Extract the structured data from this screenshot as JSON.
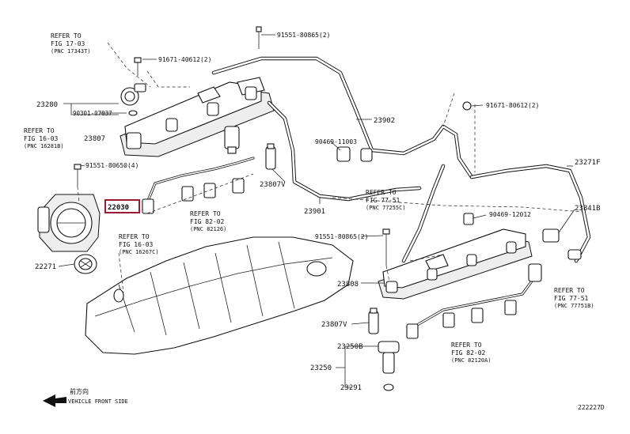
{
  "labels": {
    "ref_1703": [
      "REFER TO",
      "FIG 17-03",
      "(PNC 17343T)"
    ],
    "ref_1603_top": [
      "REFER TO",
      "FIG 16-03",
      "(PNC 16281B)"
    ],
    "ref_1603_bottom": [
      "REFER TO",
      "FIG 16-03",
      "(PNC 16267C)"
    ],
    "ref_8202_left": [
      "REFER TO",
      "FIG 82-02",
      "(PNC 82126)"
    ],
    "ref_7751_mid": [
      "REFER TO",
      "FIG 77-51",
      "(PNC 77255C)"
    ],
    "ref_7751_right": [
      "REFER TO",
      "FIG 77-51",
      "(PNC 77751B)"
    ],
    "ref_8202_right": [
      "REFER TO",
      "FIG 82-02",
      "(PNC 82120A)"
    ],
    "p_91551_top": "91551-80865(2)",
    "p_91671_left": "91671-40612(2)",
    "p_23280": "23280",
    "p_90301": "90301-07037",
    "p_23807": "23807",
    "p_91551_mid": "91551-80650(4)",
    "p_22030": "22030",
    "p_22271": "22271",
    "p_23807v_top": "23807V",
    "p_23901": "23901",
    "p_23902": "23902",
    "p_90469_11003": "90469-11003",
    "p_91671_right": "91671-80612(2)",
    "p_23271f": "23271F",
    "p_23841b": "23841B",
    "p_90469_12012": "90469-12012",
    "p_91551_bottom": "91551-80865(2)",
    "p_23808": "23808",
    "p_23807v_bottom": "23807V",
    "p_23250b": "23250B",
    "p_23250": "23250",
    "p_23291": "23291",
    "front_line1": "前方向",
    "front_line2": "VEHICLE FRONT SIDE",
    "diagram_id": "222227D"
  },
  "colors": {
    "highlight_box": "#9b1b30",
    "ink": "#111111"
  },
  "icons": [
    "front-arrow-icon"
  ]
}
